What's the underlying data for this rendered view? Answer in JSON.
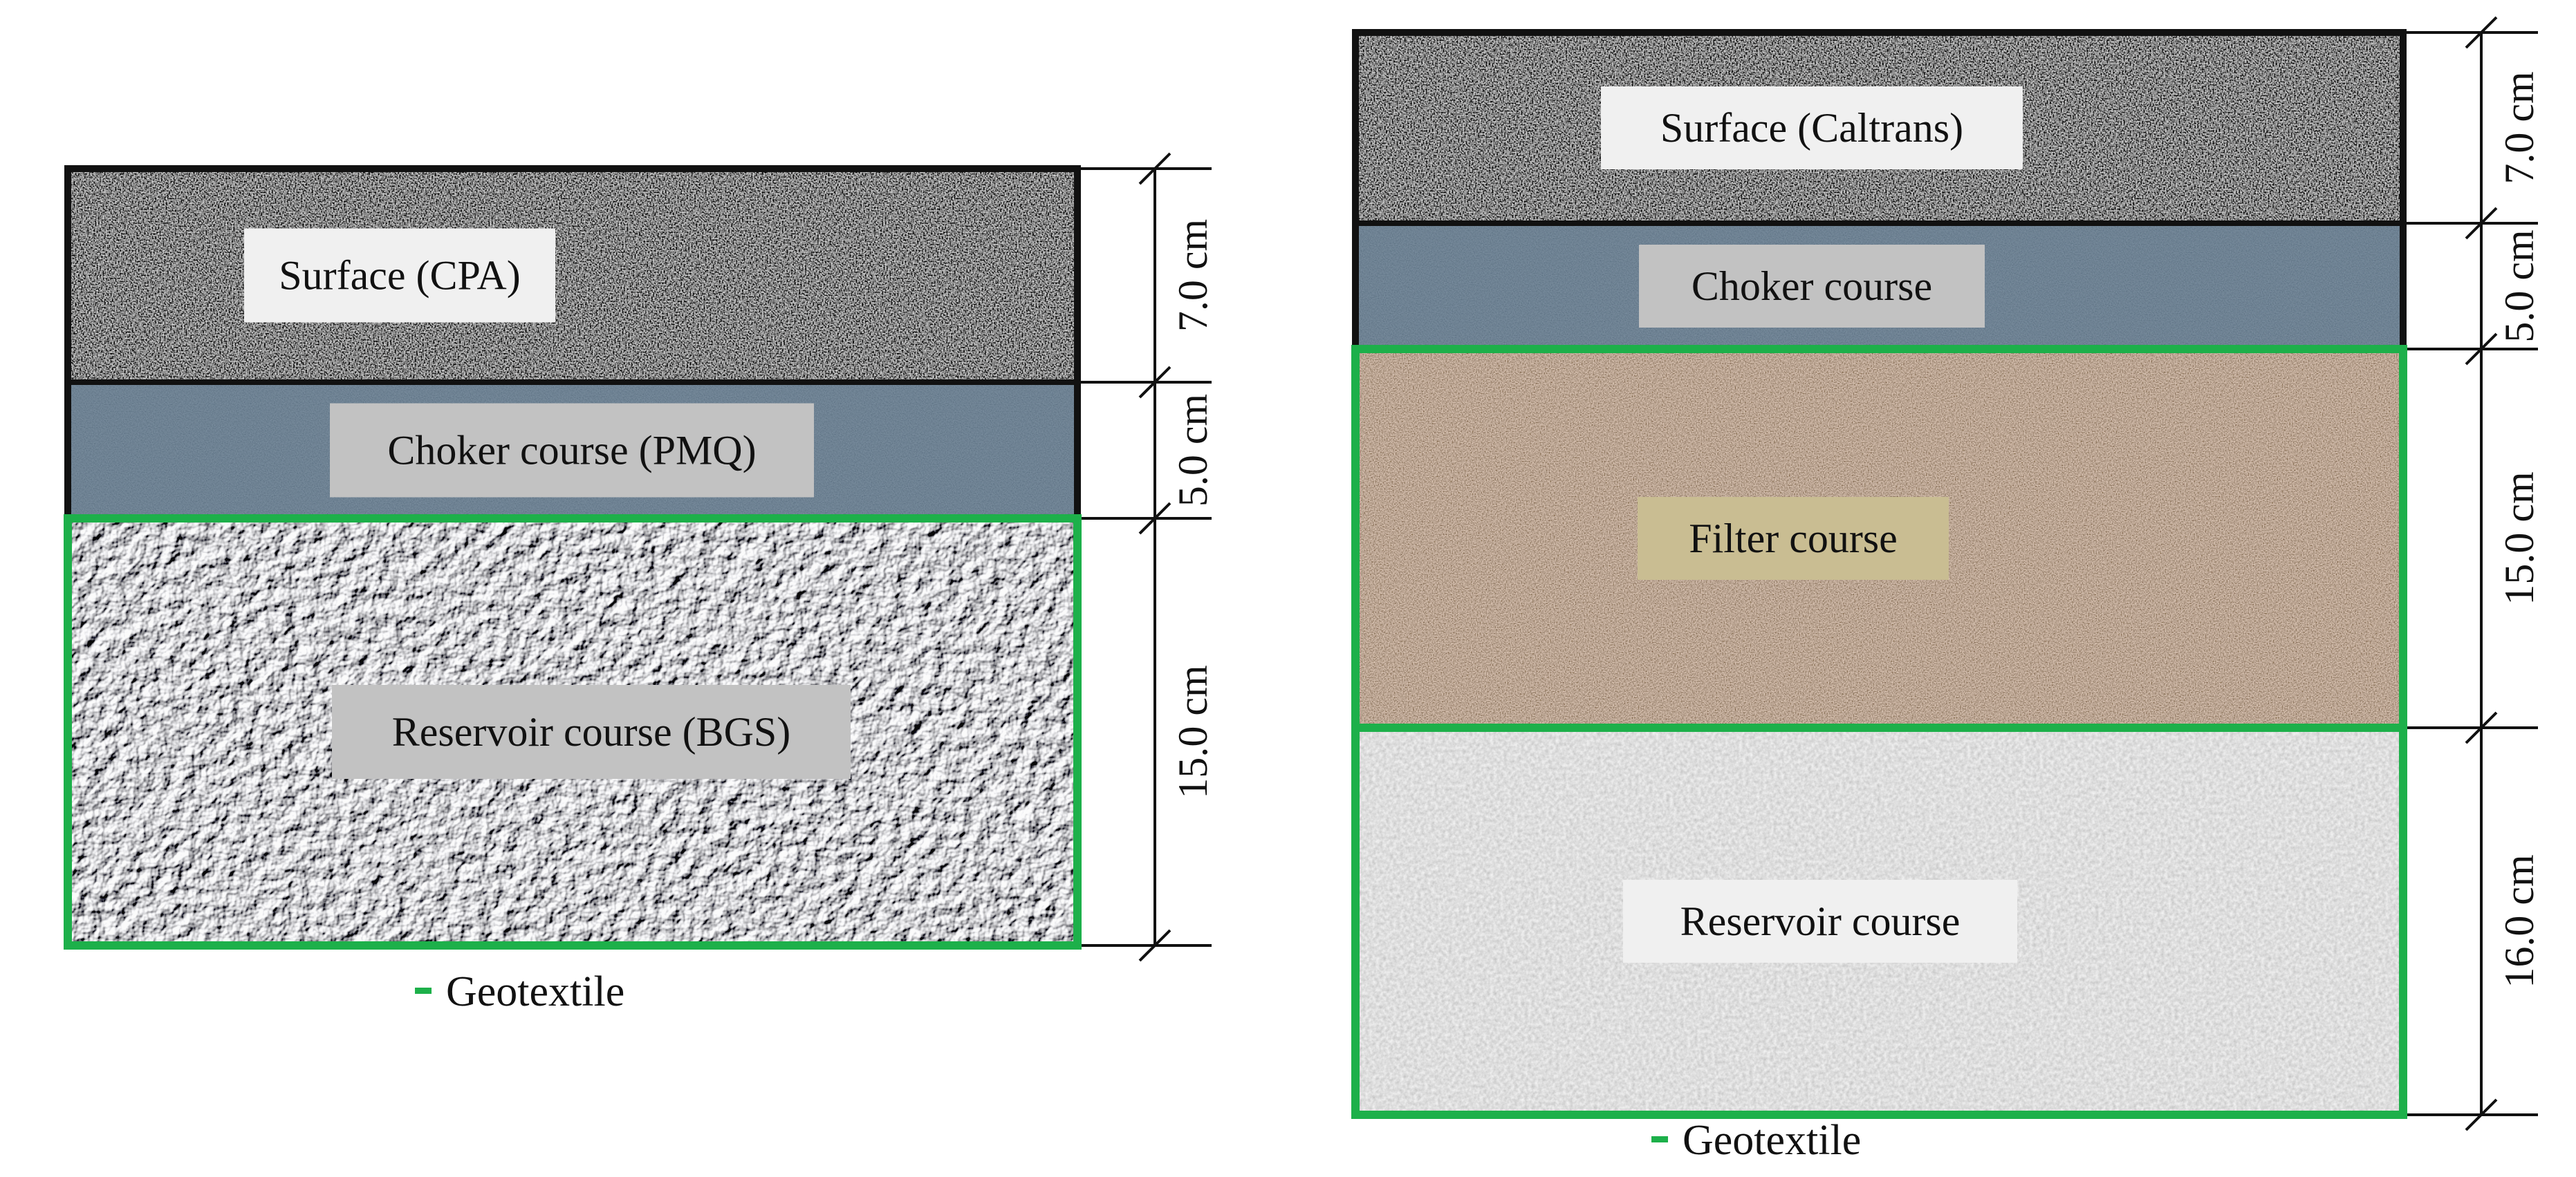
{
  "colors": {
    "geotextile": "#1db04a",
    "frame": "#111111",
    "label_light": "#f0f0f0",
    "label_grey": "#c2c2c2",
    "label_filter": "#c9bd92",
    "surface": "#b9bcbd",
    "choker": "#5f7283",
    "reservoir_bgs": "#b4b6b8",
    "filter": "#a48c78",
    "reservoir_gravel": "#c6c6c6"
  },
  "sections": [
    {
      "name": "left",
      "layers": [
        {
          "label": "Surface (CPA)",
          "thickness": "7.0 cm",
          "texture": "surface",
          "label_style": "light"
        },
        {
          "label": "Choker course (PMQ)",
          "thickness": "5.0 cm",
          "texture": "choker",
          "label_style": "grey"
        },
        {
          "label": "Reservoir course (BGS)",
          "thickness": "15.0 cm",
          "texture": "bgs",
          "label_style": "grey"
        }
      ],
      "legend": "Geotextile"
    },
    {
      "name": "right",
      "layers": [
        {
          "label": "Surface (Caltrans)",
          "thickness": "7.0 cm",
          "texture": "surface",
          "label_style": "light"
        },
        {
          "label": "Choker course",
          "thickness": "5.0 cm",
          "texture": "choker",
          "label_style": "grey"
        },
        {
          "label": "Filter course",
          "thickness": "15.0 cm",
          "texture": "filter",
          "label_style": "filter"
        },
        {
          "label": "Reservoir course",
          "thickness": "16.0 cm",
          "texture": "gravel",
          "label_style": "light"
        }
      ],
      "legend": "Geotextile"
    }
  ]
}
